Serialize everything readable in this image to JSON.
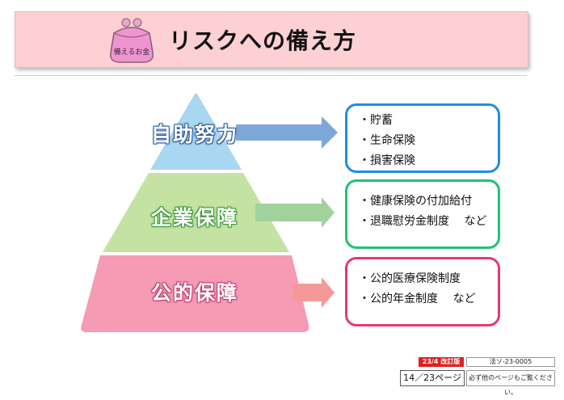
{
  "header": {
    "title": "リスクへの備え方",
    "purse_label": "備えるお金",
    "background": "#fdd0d4"
  },
  "pyramid": {
    "tiers": [
      {
        "label": "自助努力",
        "color": "#a9d6f1",
        "arrow_color": "#7da7d8"
      },
      {
        "label": "企業保障",
        "color": "#c4e2a2",
        "arrow_color": "#a2d29c"
      },
      {
        "label": "公的保障",
        "color": "#f59bb4",
        "arrow_color": "#f59898"
      }
    ]
  },
  "boxes": [
    {
      "items": [
        "・貯蓄",
        "・生命保険",
        "・損害保険"
      ],
      "border_color": "#1e8de8"
    },
    {
      "items": [
        "・健康保険の付加給付",
        "・退職慰労金制度　 など"
      ],
      "border_color": "#1ec471"
    },
    {
      "items": [
        "・公的医療保険制度",
        "・公的年金制度　 など"
      ],
      "border_color": "#e7367a"
    }
  ],
  "footer": {
    "edition_badge": "23/4 改訂版",
    "code": "法ソ-23-0005",
    "page": "14／23ページ",
    "note": "必ず他のページもご覧ください。"
  }
}
